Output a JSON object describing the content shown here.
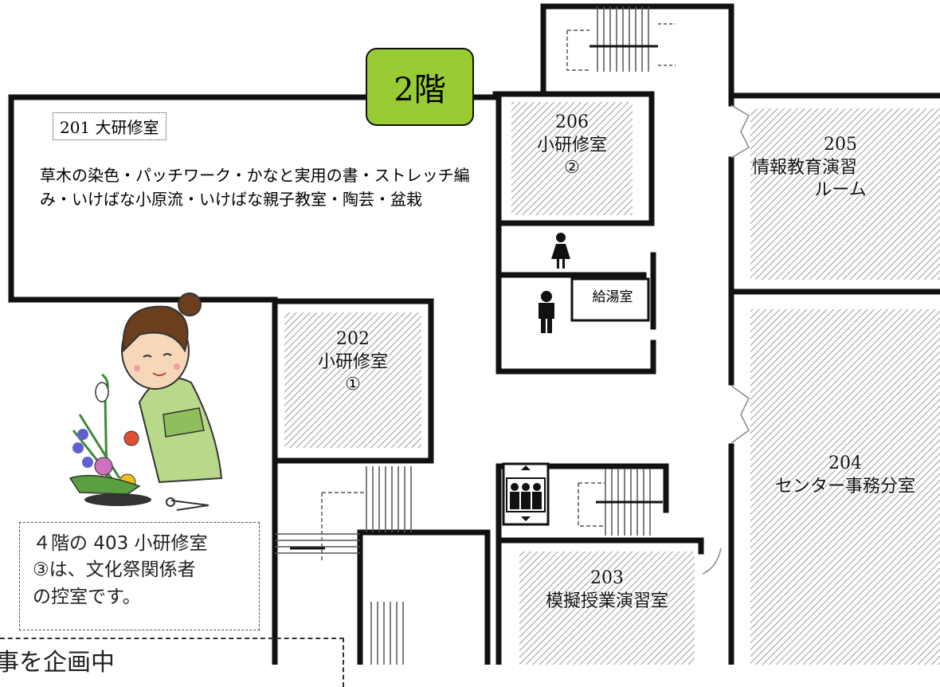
{
  "floor_label": "2階",
  "rooms": {
    "r201": {
      "name": "201 大研修室",
      "description": "草木の染色・パッチワーク・かなと実用の書・ストレッチ編み・いけばな小原流・いけばな親子教室・陶芸・盆栽"
    },
    "r202": {
      "number": "202",
      "name": "小研修室",
      "mark": "①"
    },
    "r203": {
      "number": "203",
      "name": "模擬授業演習室"
    },
    "r204": {
      "number": "204",
      "name": "センター事務分室"
    },
    "r205": {
      "number": "205",
      "name_line1": "情報教育演習",
      "name_line2": "ルーム"
    },
    "r206": {
      "number": "206",
      "name": "小研修室",
      "mark": "②"
    }
  },
  "kitchen": "給湯室",
  "note": {
    "line1": "４階の 403 小研修室",
    "line2": "③は、文化祭関係者",
    "line3": "の控室です。"
  },
  "bottom_text": "事を企画中",
  "icons": [
    "female-restroom-icon",
    "male-restroom-icon",
    "elevator-icon",
    "ikebana-woman-illustration",
    "stairs-icon",
    "door-icon"
  ],
  "colors": {
    "floor_badge": "#99cc33",
    "walls": "#111111",
    "hatch": "#9a9a9a"
  }
}
